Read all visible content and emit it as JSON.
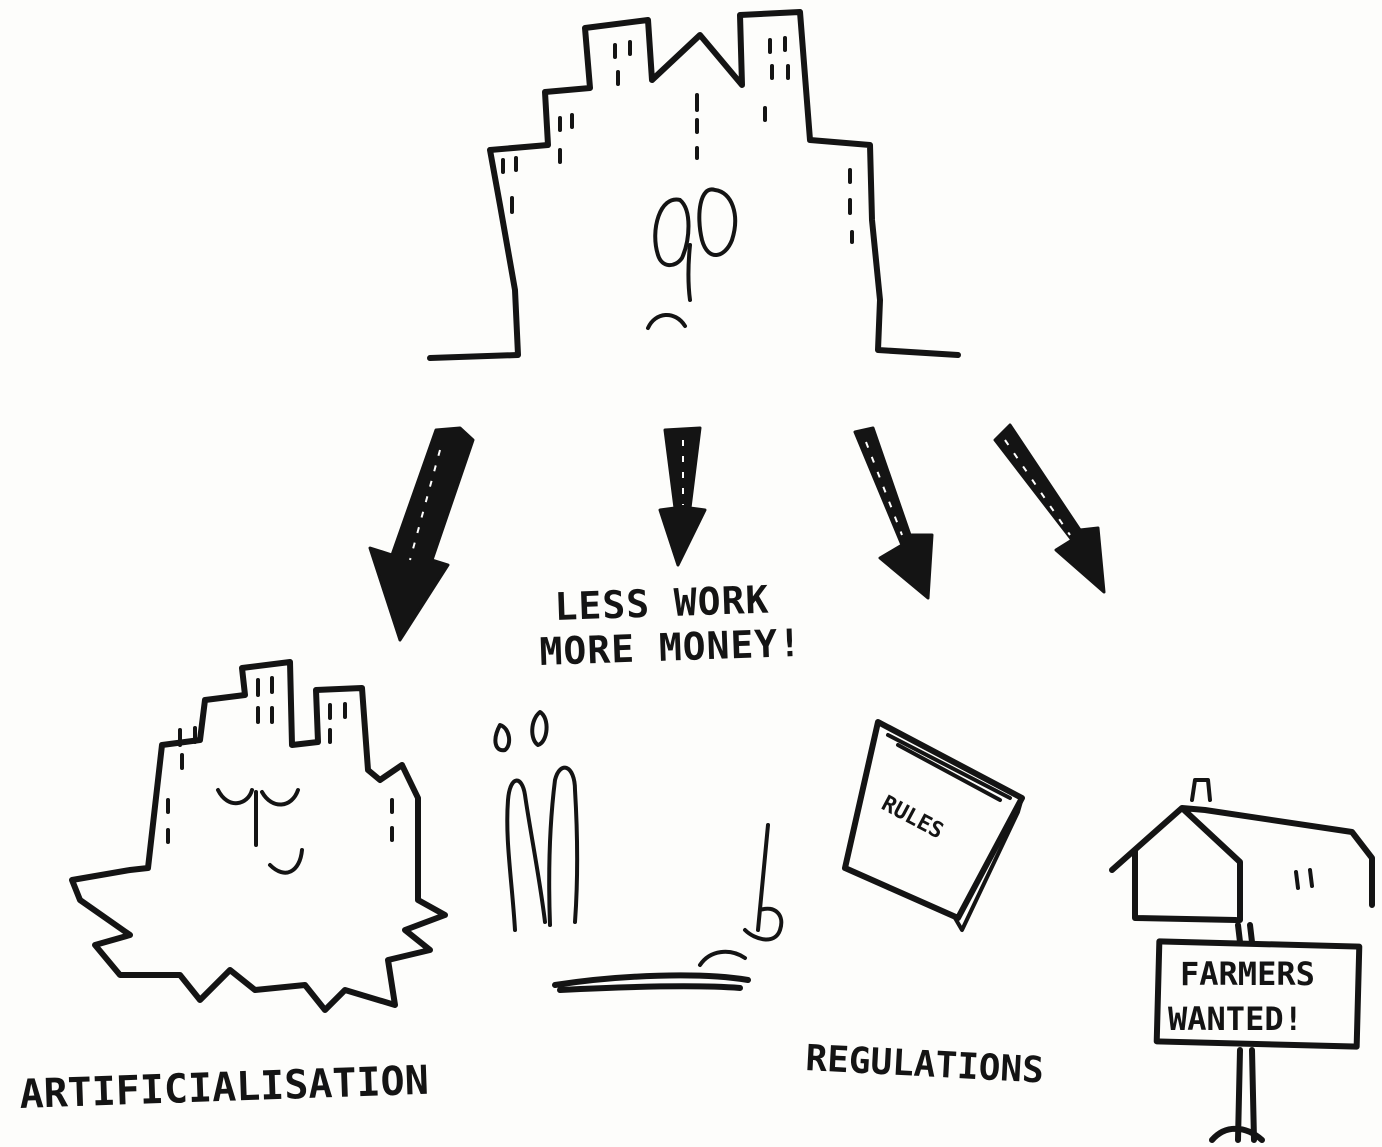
{
  "labels": {
    "slogan_line1": "LESS WORK",
    "slogan_line2": "MORE MONEY!",
    "rules_book": "RULES",
    "artificialisation": "ARTIFICIALISATION",
    "regulations": "REGULATIONS",
    "sign_line1": "FARMERS",
    "sign_line2": "WANTED!"
  },
  "colors": {
    "ink": "#141414",
    "paper": "#fdfdfb"
  }
}
